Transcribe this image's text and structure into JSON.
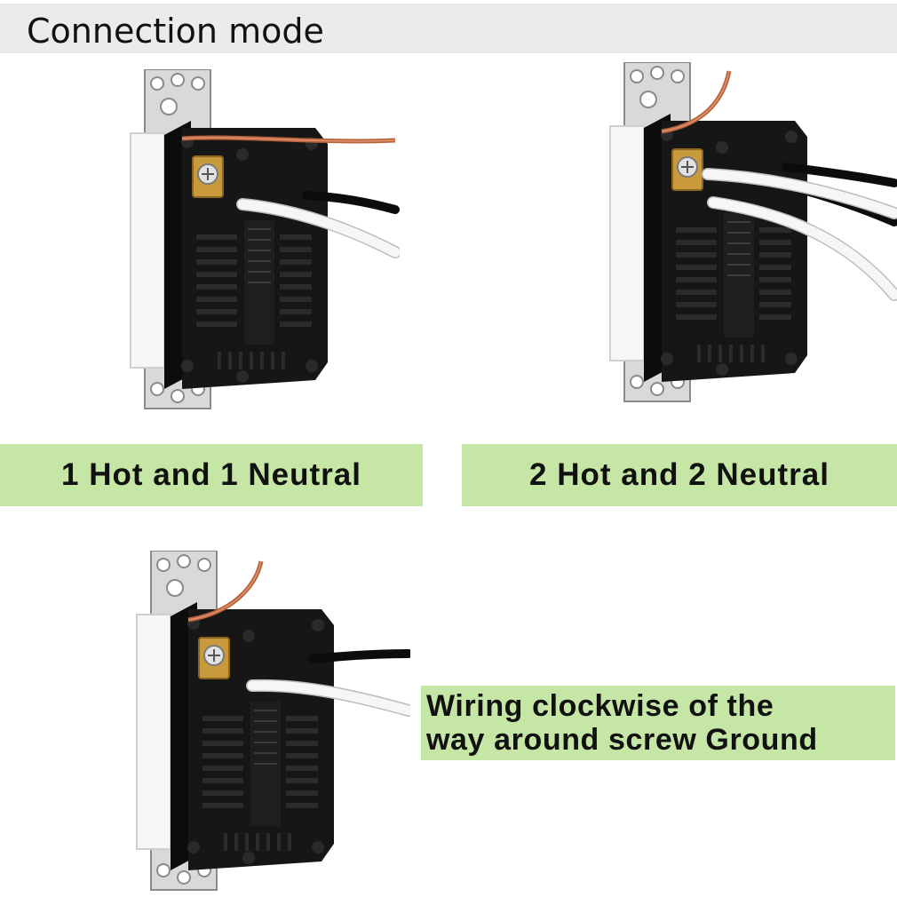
{
  "header": {
    "title": "Connection mode"
  },
  "panels": [
    {
      "label": "1 Hot and 1 Neutral"
    },
    {
      "label": "2 Hot and 2 Neutral"
    },
    {
      "label_lines": [
        "Wiring clockwise of the",
        "way around screw Ground"
      ]
    }
  ],
  "colors": {
    "header_bg": "#ebebeb",
    "label_bg": "#c6e6a6",
    "device_body": "#161616",
    "ground_wire": "#c8704a",
    "hot_wire": "#111111",
    "neutral_wire": "#f4f4f4"
  }
}
